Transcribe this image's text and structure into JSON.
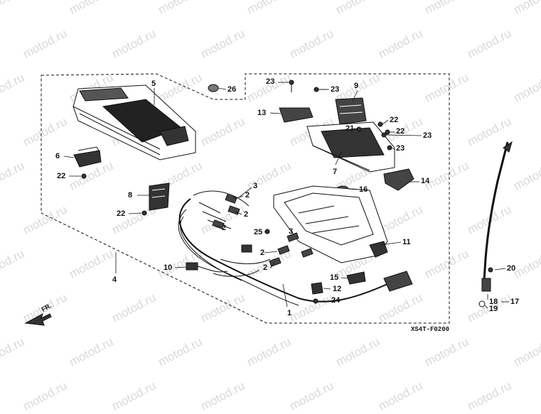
{
  "watermark": {
    "text": "motod.ru"
  },
  "diagram_code": "XS4T-F0200",
  "direction_label": "FR.",
  "callouts": [
    {
      "id": "c1",
      "label": "1"
    },
    {
      "id": "c2a",
      "label": "2"
    },
    {
      "id": "c2b",
      "label": "2"
    },
    {
      "id": "c2c",
      "label": "2"
    },
    {
      "id": "c2d",
      "label": "2"
    },
    {
      "id": "c2e",
      "label": "2"
    },
    {
      "id": "c3a",
      "label": "3"
    },
    {
      "id": "c3b",
      "label": "3"
    },
    {
      "id": "c4",
      "label": "4"
    },
    {
      "id": "c5",
      "label": "5"
    },
    {
      "id": "c6",
      "label": "6"
    },
    {
      "id": "c7",
      "label": "7"
    },
    {
      "id": "c8",
      "label": "8"
    },
    {
      "id": "c9",
      "label": "9"
    },
    {
      "id": "c10",
      "label": "10"
    },
    {
      "id": "c11",
      "label": "11"
    },
    {
      "id": "c12",
      "label": "12"
    },
    {
      "id": "c13",
      "label": "13"
    },
    {
      "id": "c14",
      "label": "14"
    },
    {
      "id": "c15",
      "label": "15"
    },
    {
      "id": "c16",
      "label": "16"
    },
    {
      "id": "c17",
      "label": "17"
    },
    {
      "id": "c18",
      "label": "18"
    },
    {
      "id": "c19",
      "label": "19"
    },
    {
      "id": "c20",
      "label": "20"
    },
    {
      "id": "c21",
      "label": "21"
    },
    {
      "id": "c22a",
      "label": "22"
    },
    {
      "id": "c22b",
      "label": "22"
    },
    {
      "id": "c22c",
      "label": "22"
    },
    {
      "id": "c22d",
      "label": "22"
    },
    {
      "id": "c23a",
      "label": "23"
    },
    {
      "id": "c23b",
      "label": "23"
    },
    {
      "id": "c23c",
      "label": "23"
    },
    {
      "id": "c23d",
      "label": "23"
    },
    {
      "id": "c24",
      "label": "24"
    },
    {
      "id": "c25",
      "label": "25"
    },
    {
      "id": "c26",
      "label": "26"
    }
  ]
}
